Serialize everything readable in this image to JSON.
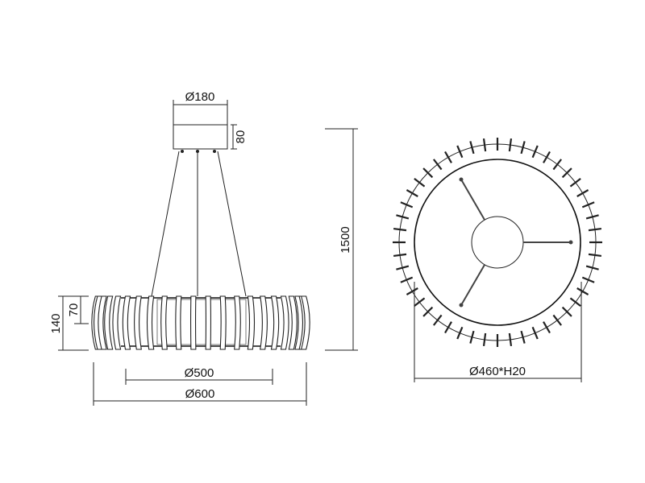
{
  "dimensions": {
    "canopy_diameter": "Ø180",
    "canopy_height": "80",
    "total_height": "1500",
    "body_height": "140",
    "inner_height": "70",
    "inner_diameter": "Ø500",
    "outer_diameter": "Ø600",
    "top_view_diameter": "Ø460*H20"
  },
  "fin_count_top_view": 48,
  "fin_count_side_view": 22
}
